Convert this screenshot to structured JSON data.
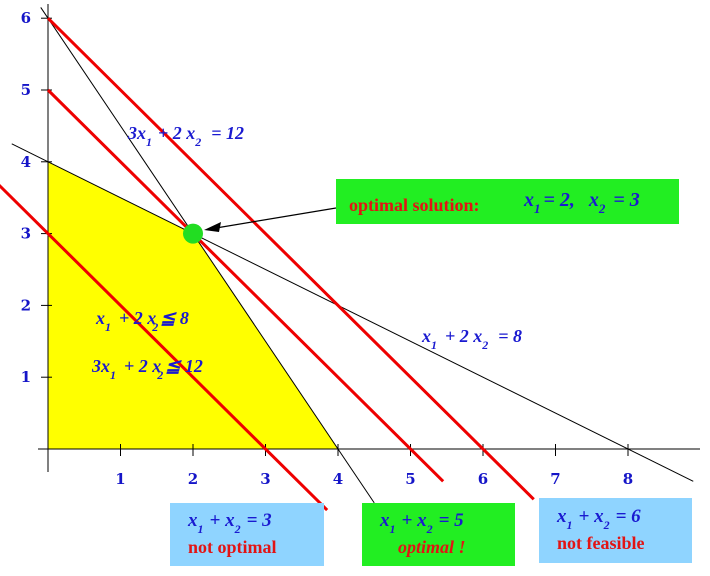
{
  "colors": {
    "feasible_region": "#ffff00",
    "objective_lines": "#ee0000",
    "constraint_lines": "#000000",
    "axis_labels": "#1515c8",
    "optimal_point": "#22dd22",
    "box_blue": "#8fd4ff",
    "box_green": "#22ee22"
  },
  "chart_data": {
    "type": "line",
    "xlim": [
      0,
      8.8
    ],
    "ylim": [
      0,
      6.2
    ],
    "x_ticks": [
      "1",
      "2",
      "3",
      "4",
      "5",
      "6",
      "7",
      "8"
    ],
    "y_ticks": [
      "1",
      "2",
      "3",
      "4",
      "5",
      "6"
    ],
    "feasible_region": [
      [
        0,
        0
      ],
      [
        4,
        0
      ],
      [
        2,
        3
      ],
      [
        0,
        4
      ]
    ],
    "constraints": [
      {
        "a": 3,
        "b": 2,
        "c": 12,
        "label": {
          "x": "3x",
          "sub1": "1",
          "mid": "+ 2 x",
          "sub2": "2",
          "rhs": "= 12"
        }
      },
      {
        "a": 1,
        "b": 2,
        "c": 8,
        "label": {
          "x": "x",
          "sub1": "1",
          "mid": "+ 2 x",
          "sub2": "2",
          "rhs": "= 8"
        }
      }
    ],
    "objective_lines": [
      3,
      5,
      6
    ],
    "optimal_point": [
      2,
      3
    ],
    "region_labels": [
      {
        "x": "x",
        "sub1": "1",
        "mid": "+ 2 x",
        "sub2": "2",
        "rhs": "≦  8"
      },
      {
        "x": "3x",
        "sub1": "1",
        "mid": "+ 2 x",
        "sub2": "2",
        "rhs": "≦  12"
      }
    ]
  },
  "callout": {
    "text": "optimal solution:",
    "x1": "x",
    "s1": "1",
    "v1": "= 2,",
    "x2": "x",
    "s2": "2",
    "v2": "= 3"
  },
  "boxes": [
    {
      "x": "x",
      "s1": "1",
      "plus": "+ x",
      "s2": "2",
      "val": "= 3",
      "status": "not optimal"
    },
    {
      "x": "x",
      "s1": "1",
      "plus": "+ x",
      "s2": "2",
      "val": "= 5",
      "status": "optimal !"
    },
    {
      "x": "x",
      "s1": "1",
      "plus": "+ x",
      "s2": "2",
      "val": "= 6",
      "status": "not feasible"
    }
  ]
}
